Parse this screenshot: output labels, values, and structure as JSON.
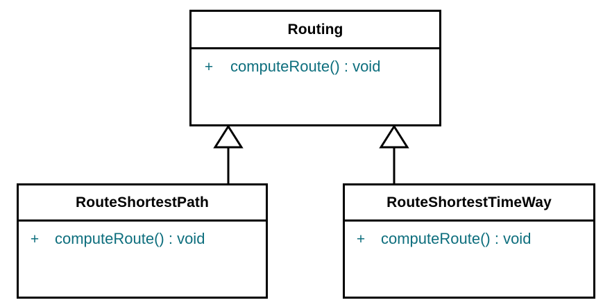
{
  "diagram": {
    "kind": "uml-class-diagram",
    "background_color": "#ffffff",
    "line_color": "#000000",
    "class_name_color": "#000000",
    "member_text_color": "#0d6e7d",
    "classes": [
      {
        "id": "routing",
        "name": "Routing",
        "members": [
          {
            "visibility": "+",
            "signature": "computeRoute() : void"
          }
        ]
      },
      {
        "id": "routeshortestpath",
        "name": "RouteShortestPath",
        "members": [
          {
            "visibility": "+",
            "signature": "computeRoute() : void"
          }
        ]
      },
      {
        "id": "routeshortesttimeway",
        "name": "RouteShortestTimeWay",
        "members": [
          {
            "visibility": "+",
            "signature": "computeRoute() : void"
          }
        ]
      }
    ],
    "relationships": [
      {
        "type": "generalization",
        "from": "routeshortestpath",
        "to": "routing",
        "arrow": "hollow-triangle"
      },
      {
        "type": "generalization",
        "from": "routeshortesttimeway",
        "to": "routing",
        "arrow": "hollow-triangle"
      }
    ]
  }
}
